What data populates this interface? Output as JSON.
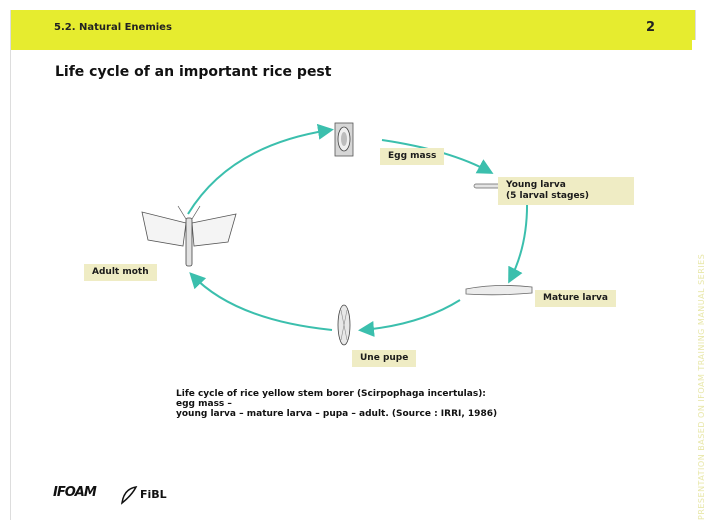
{
  "header": {
    "section": "5.2. Natural Enemies",
    "page_number": "2"
  },
  "title": "Life cycle of an important rice pest",
  "stages": {
    "egg_mass": "Egg mass",
    "young_larva_line1": "Young larva",
    "young_larva_line2": "(5 larval stages)",
    "mature_larva": "Mature larva",
    "pupa": "Une pupe",
    "adult": "Adult moth"
  },
  "caption": {
    "line1": "Life cycle of rice yellow stem borer (Scirpophaga incertulas): egg mass –",
    "line2": "young larva – mature larva – pupa – adult. (Source : IRRI, 1986)"
  },
  "sidebar_text": "PRESENTATION BASED ON IFOAM TRAINING MANUAL SERIES",
  "logos": {
    "ifoam": "IFOAM",
    "fibl": "FiBL"
  },
  "colors": {
    "header_bar": "#e6ec2f",
    "arrow": "#3bbfad",
    "label_bg": "#efecc4"
  }
}
